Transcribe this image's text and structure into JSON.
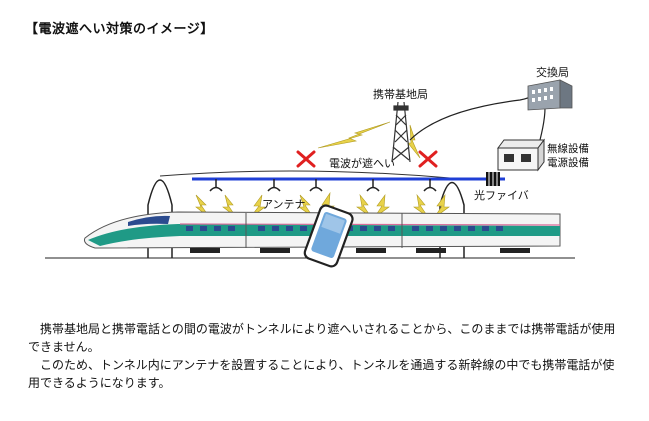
{
  "title": "【電波遮へい対策のイメージ】",
  "labels": {
    "exchange": "交換局",
    "base_station": "携帯基地局",
    "equipment_line1": "無線設備",
    "equipment_line2": "電源設備",
    "blocked": "電波が遮へい",
    "fiber": "光ファイバ",
    "antenna": "アンテナ"
  },
  "paragraphs": [
    "携帯基地局と携帯電話との間の電波がトンネルにより遮へいされることから、このままでは携帯電話が使用できません。",
    "このため、トンネル内にアンテナを設置することにより、トンネルを通過する新幹線の中でも携帯電話が使用できるようになります。"
  ],
  "colors": {
    "fiber": "#1f3fd6",
    "blocked_x": "#e02020",
    "lightning": "#e8d24a",
    "train_teal": "#1f9a86",
    "train_white": "#f4f4f4",
    "phone": "#6fa8dc"
  }
}
